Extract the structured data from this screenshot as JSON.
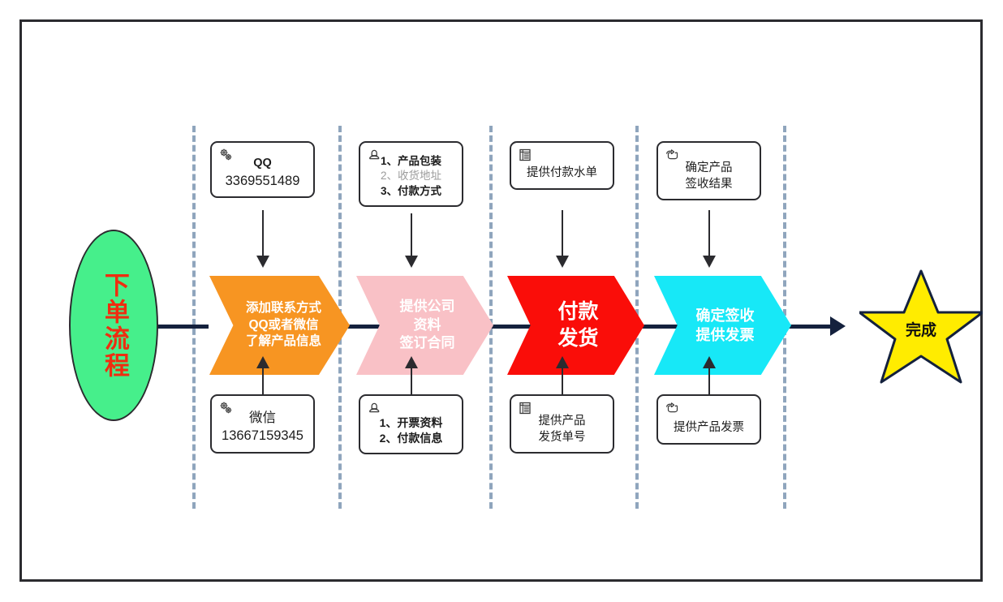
{
  "diagram": {
    "title_shape": {
      "name": "start-ellipse",
      "text": "下单流程",
      "fill": "#46ef8b",
      "text_color": "#ef2d10"
    },
    "end_shape": {
      "name": "end-star",
      "text": "完成",
      "fill": "#ffec00",
      "stroke": "#14213d"
    },
    "stages": [
      {
        "id": "stage-1",
        "chevron": {
          "lines": [
            "添加联系方式",
            "QQ或者微信",
            "了解产品信息"
          ],
          "fill": "#f79522",
          "text_color": "#ffffff"
        },
        "top_note": {
          "icon": "gears-icon",
          "lines": [
            {
              "text": "QQ",
              "style": "bold"
            },
            {
              "text": "3369551489",
              "style": "big"
            }
          ]
        },
        "bottom_note": {
          "icon": "gears-icon",
          "lines": [
            {
              "text": "微信",
              "style": "big"
            },
            {
              "text": "13667159345",
              "style": "big"
            }
          ]
        }
      },
      {
        "id": "stage-2",
        "chevron": {
          "lines": [
            "提供公司",
            "资料",
            "签订合同"
          ],
          "fill": "#f9c1c6",
          "text_color": "#ffffff"
        },
        "top_note": {
          "icon": "person-icon",
          "lines": [
            {
              "text": "1、产品包装",
              "style": "bold"
            },
            {
              "text": "2、收货地址",
              "style": "dim"
            },
            {
              "text": "3、付款方式",
              "style": "bold"
            }
          ]
        },
        "bottom_note": {
          "icon": "person-icon",
          "lines": [
            {
              "text": "1、开票资料",
              "style": "bold"
            },
            {
              "text": "2、付款信息",
              "style": "bold"
            }
          ]
        }
      },
      {
        "id": "stage-3",
        "chevron": {
          "lines": [
            "付款",
            "发货"
          ],
          "fill": "#fa0d09",
          "text_color": "#ffffff"
        },
        "top_note": {
          "icon": "list-document-icon",
          "lines": [
            {
              "text": "提供付款水单",
              "style": "normal"
            }
          ]
        },
        "bottom_note": {
          "icon": "list-document-icon",
          "lines": [
            {
              "text": "提供产品",
              "style": "normal"
            },
            {
              "text": "发货单号",
              "style": "normal"
            }
          ]
        }
      },
      {
        "id": "stage-4",
        "chevron": {
          "lines": [
            "确定签收",
            "提供发票"
          ],
          "fill": "#17e8f7",
          "text_color": "#ffffff"
        },
        "top_note": {
          "icon": "pointing-hand-icon",
          "lines": [
            {
              "text": "确定产品",
              "style": "normal"
            },
            {
              "text": "签收结果",
              "style": "normal"
            }
          ]
        },
        "bottom_note": {
          "icon": "pointing-hand-icon",
          "lines": [
            {
              "text": "提供产品发票",
              "style": "normal"
            }
          ]
        }
      }
    ],
    "colors": {
      "flow_line": "#14213d",
      "lane_divider": "#8fa5bd",
      "frame": "#2b2b2f",
      "box_border": "#2b2b2f"
    }
  }
}
